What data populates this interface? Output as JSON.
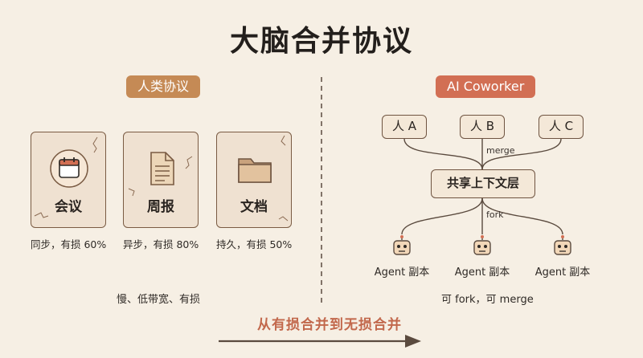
{
  "title": "大脑合并协议",
  "left": {
    "pill": "人类协议",
    "cards": [
      {
        "label": "会议",
        "icon": "calendar-icon",
        "caption": "同步，有损 60%"
      },
      {
        "label": "周报",
        "icon": "document-icon",
        "caption": "异步，有损 80%"
      },
      {
        "label": "文档",
        "icon": "folder-icon",
        "caption": "持久，有损 50%"
      }
    ],
    "summary": "慢、低带宽、有损"
  },
  "right": {
    "pill": "AI Coworker",
    "people": [
      "人 A",
      "人 B",
      "人 C"
    ],
    "merge_label": "merge",
    "shared_layer": "共享上下文层",
    "fork_label": "fork",
    "agents": [
      "Agent 副本",
      "Agent 副本",
      "Agent 副本"
    ],
    "agent_icon": "robot-icon",
    "summary": "可 fork，可 merge"
  },
  "bottom_arrow_text": "从有损合并到无损合并",
  "colors": {
    "background": "#f6efe4",
    "pill_left": "#c58a55",
    "pill_right": "#d26f54",
    "card_fill": "#efe1d1",
    "outline": "#6f5441",
    "accent_text": "#c2684c"
  }
}
